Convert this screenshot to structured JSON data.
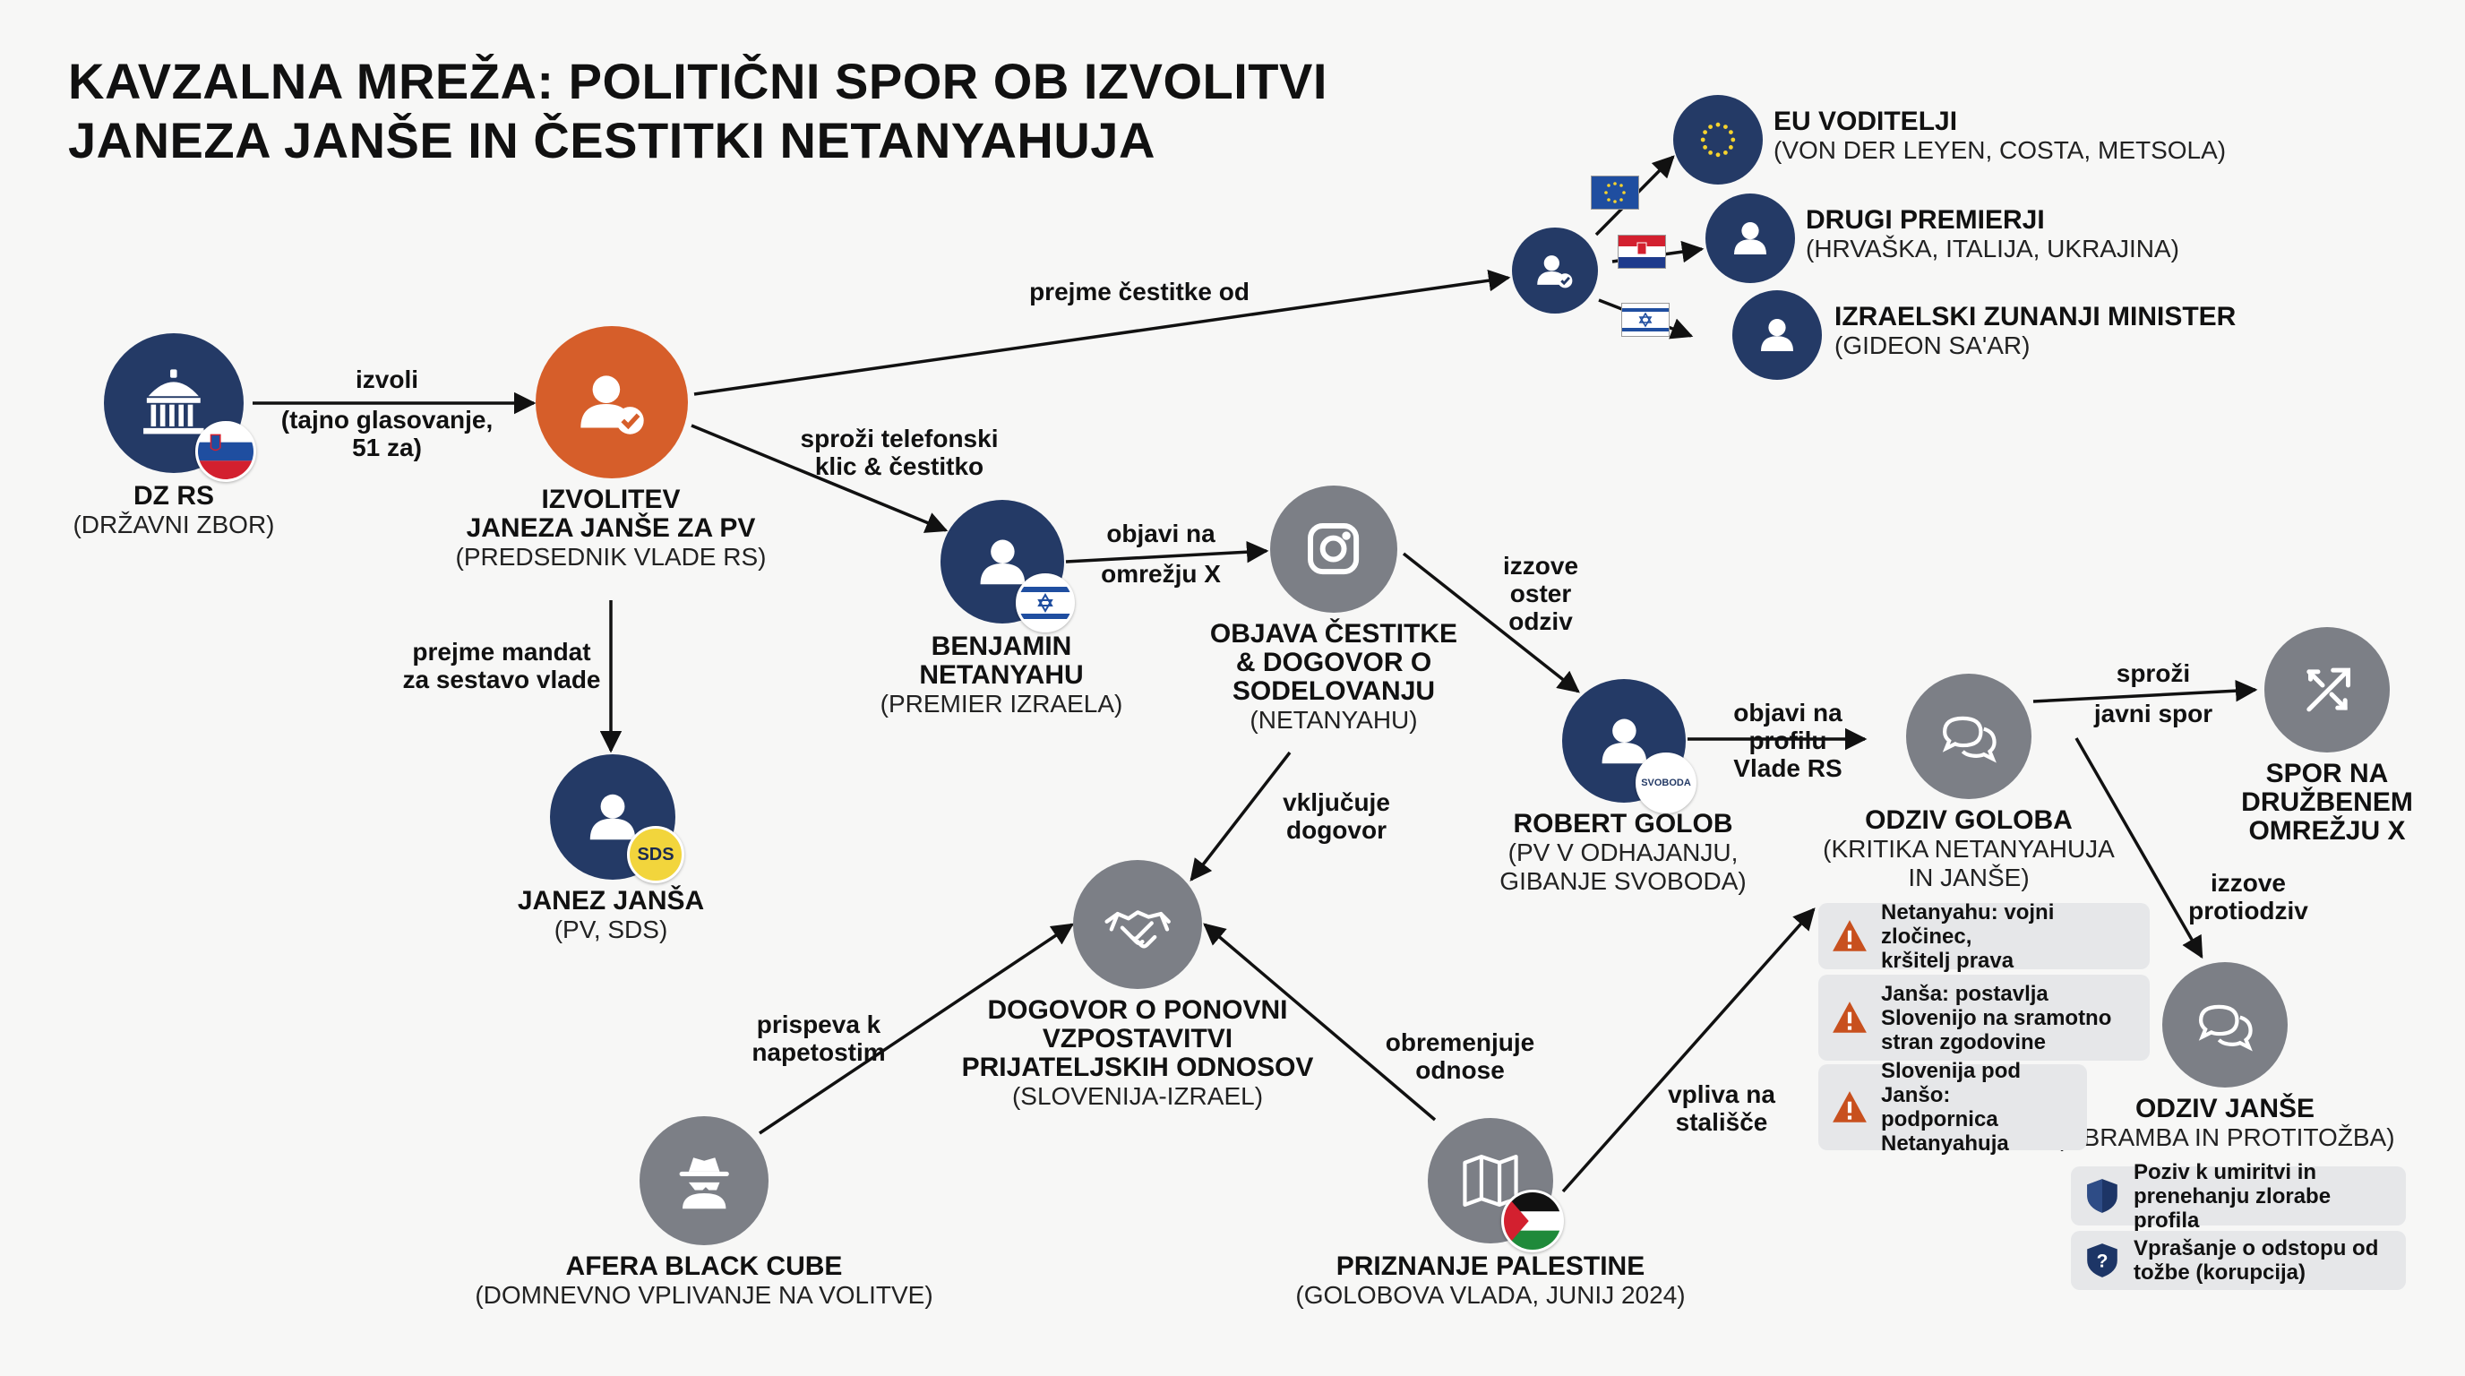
{
  "title": {
    "line1": "KAVZALNA MREŽA: POLITIČNI SPOR OB IZVOLITVI",
    "line2": "JANEZA JANŠE IN ČESTITKI NETANYAHUJA"
  },
  "nodes": {
    "dz": {
      "title": "DZ RS",
      "subtitle": "(DRŽAVNI ZBOR)"
    },
    "izvolitev": {
      "title1": "IZVOLITEV",
      "title2": "JANEZA JANŠE ZA PV",
      "subtitle": "(PREDSEDNIK VLADE RS)"
    },
    "jansa": {
      "title": "JANEZ JANŠA",
      "subtitle": "(PV, SDS)",
      "badge": "SDS"
    },
    "netanyahu": {
      "title1": "BENJAMIN",
      "title2": "NETANYAHU",
      "subtitle": "(PREMIER IZRAELA)"
    },
    "objava": {
      "title1": "OBJAVA ČESTITKE",
      "title2": "& DOGOVOR O",
      "title3": "SODELOVANJU",
      "subtitle": "(NETANYAHU)"
    },
    "eu": {
      "title": "EU VODITELJI",
      "subtitle": "(VON DER LEYEN, COSTA, METSOLA)"
    },
    "drugi": {
      "title": "DRUGI PREMIERJI",
      "subtitle": "(HRVAŠKA, ITALIJA, UKRAJINA)"
    },
    "izraelski": {
      "title": "IZRAELSKI ZUNANJI MINISTER",
      "subtitle": "(GIDEON SA'AR)"
    },
    "golob": {
      "title": "ROBERT GOLOB",
      "subtitle1": "(PV V ODHAJANJU,",
      "subtitle2": "GIBANJE SVOBODA)",
      "badge": "SVOBODA"
    },
    "odziv_goloba": {
      "title": "ODZIV GOLOBA",
      "subtitle1": "(KRITIKA NETANYAHUJA",
      "subtitle2": "IN JANŠE)"
    },
    "spor": {
      "title1": "SPOR NA",
      "title2": "DRUŽBENEM",
      "title3": "OMREŽJU X"
    },
    "dogovor": {
      "title1": "DOGOVOR O PONOVNI",
      "title2": "VZPOSTAVITVI",
      "title3": "PRIJATELJSKIH ODNOSOV",
      "subtitle": "(SLOVENIJA-IZRAEL)"
    },
    "afera": {
      "title": "AFERA BLACK CUBE",
      "subtitle": "(DOMNEVNO VPLIVANJE NA VOLITVE)"
    },
    "palestina": {
      "title": "PRIZNANJE PALESTINE",
      "subtitle": "(GOLOBOVA VLADA, JUNIJ 2024)"
    },
    "odziv_janse": {
      "title": "ODZIV JANŠE",
      "subtitle": "(OBRAMBA IN PROTITOŽBA)"
    }
  },
  "edges": {
    "izvoli": {
      "line1": "izvoli",
      "line2": "(tajno glasovanje,",
      "line3": "51 za)"
    },
    "prejme_mandat": {
      "line1": "prejme mandat",
      "line2": "za sestavo vlade"
    },
    "prejme_cestitke": {
      "line1": "prejme čestitke od"
    },
    "sprozi_klic": {
      "line1": "sproži telefonski",
      "line2": "klic & čestitko"
    },
    "objavi_x": {
      "line1": "objavi na",
      "line2": "omrežju X"
    },
    "izzove_oster": {
      "line1": "izzove",
      "line2": "oster",
      "line3": "odziv"
    },
    "objavi_profilu": {
      "line1": "objavi na",
      "line2": "profilu",
      "line3": "Vlade RS"
    },
    "sprozi_spor": {
      "line1": "sproži",
      "line2": "javni spor"
    },
    "izzove_protiodziv": {
      "line1": "izzove",
      "line2": "protiodziv"
    },
    "vkljucuje": {
      "line1": "vključuje",
      "line2": "dogovor"
    },
    "prispeva": {
      "line1": "prispeva k",
      "line2": "napetostim"
    },
    "obremenjuje": {
      "line1": "obremenjuje",
      "line2": "odnose"
    },
    "vpliva": {
      "line1": "vpliva na",
      "line2": "stališče"
    }
  },
  "golob_points": [
    {
      "line1": "Netanyahu: vojni zločinec,",
      "line2": "kršitelj prava"
    },
    {
      "line1": "Janša: postavlja",
      "line2": "Slovenijo na sramotno",
      "line3": "stran zgodovine"
    },
    {
      "line1": "Slovenija pod Janšo:",
      "line2": "podpornica",
      "line3": "Netanyahuja"
    }
  ],
  "jansa_points": [
    {
      "line1": "Poziv k umiritvi in",
      "line2": "prenehanju zlorabe profila"
    },
    {
      "line1": "Vprašanje o odstopu od",
      "line2": "tožbe (korupcija)"
    }
  ],
  "colors": {
    "navy": "#243a66",
    "orange": "#d65e2a",
    "gray": "#7c7f86",
    "warning": "#c8501e",
    "shield": "#1d3566"
  }
}
